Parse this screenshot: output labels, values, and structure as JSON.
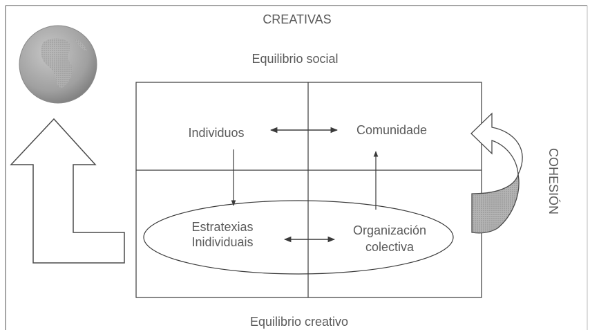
{
  "title": "CREATIVAS",
  "top_label": "Equilibrio social",
  "bottom_label": "Equilibrio creativo",
  "side_label": "COHESIÓN",
  "quadrants": {
    "top_left": "Individuos",
    "top_right": "Comunidade",
    "bottom_left": [
      "Estratexias",
      "Inidividuais"
    ],
    "bottom_right": [
      "Organización",
      "colectiva"
    ]
  },
  "colors": {
    "line": "#3a3a3a",
    "text": "#5a5a5a",
    "globe": "#9a9a9a"
  },
  "icons": [
    "globe-icon",
    "up-arrow-icon",
    "curved-arrow-icon"
  ]
}
